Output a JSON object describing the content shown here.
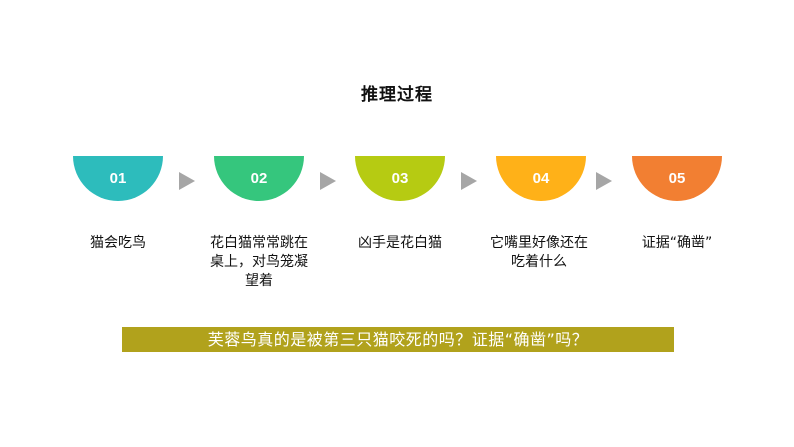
{
  "title": "推理过程",
  "steps": [
    {
      "number": "01",
      "label": "猫会吃鸟",
      "color": "#2dbcbc"
    },
    {
      "number": "02",
      "label": "花白猫常常跳在桌上，对鸟笼凝望着",
      "color": "#35c67d"
    },
    {
      "number": "03",
      "label": "凶手是花白猫",
      "color": "#b6cb12"
    },
    {
      "number": "04",
      "label": "它嘴里好像还在吃着什么",
      "color": "#ffb118"
    },
    {
      "number": "05",
      "label": "证据“确凿”",
      "color": "#f27f32"
    }
  ],
  "arrow_color": "#a6a6a6",
  "banner": {
    "text": "芙蓉鸟真的是被第三只猫咬死的吗？证据“确凿”吗？",
    "color": "#b1a21c"
  }
}
